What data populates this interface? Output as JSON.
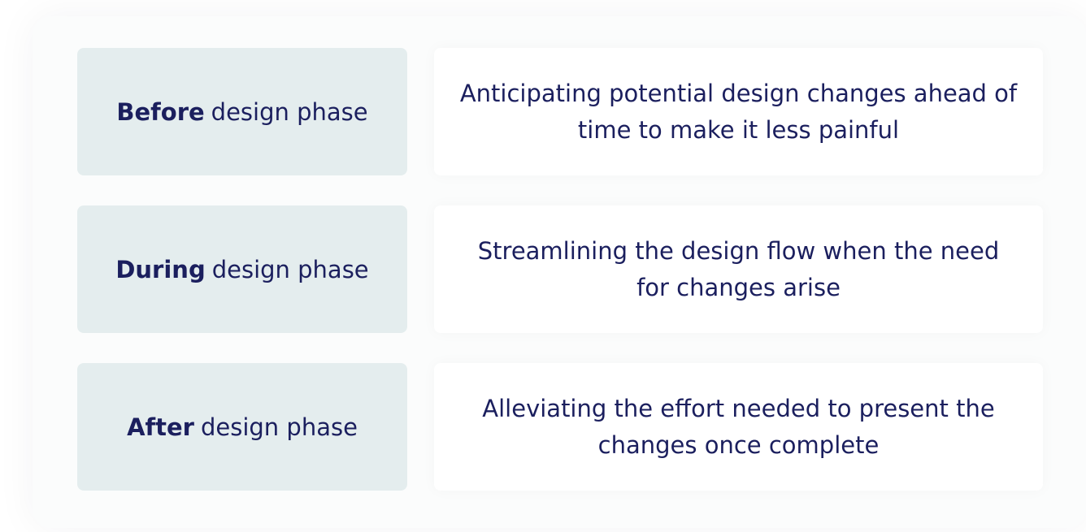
{
  "rows": [
    {
      "phase_bold": "Before",
      "phase_rest": "design phase",
      "description": "Anticipating potential design changes ahead of time to make it less painful"
    },
    {
      "phase_bold": "During",
      "phase_rest": "design phase",
      "description": "Streamlining the design flow when the need for changes arise"
    },
    {
      "phase_bold": "After",
      "phase_rest": "design phase",
      "description": "Alleviating the effort needed to present the changes once complete"
    }
  ],
  "colors": {
    "text": "#1b1f5e",
    "phase_background": "#e4edee",
    "description_background": "#ffffff"
  }
}
